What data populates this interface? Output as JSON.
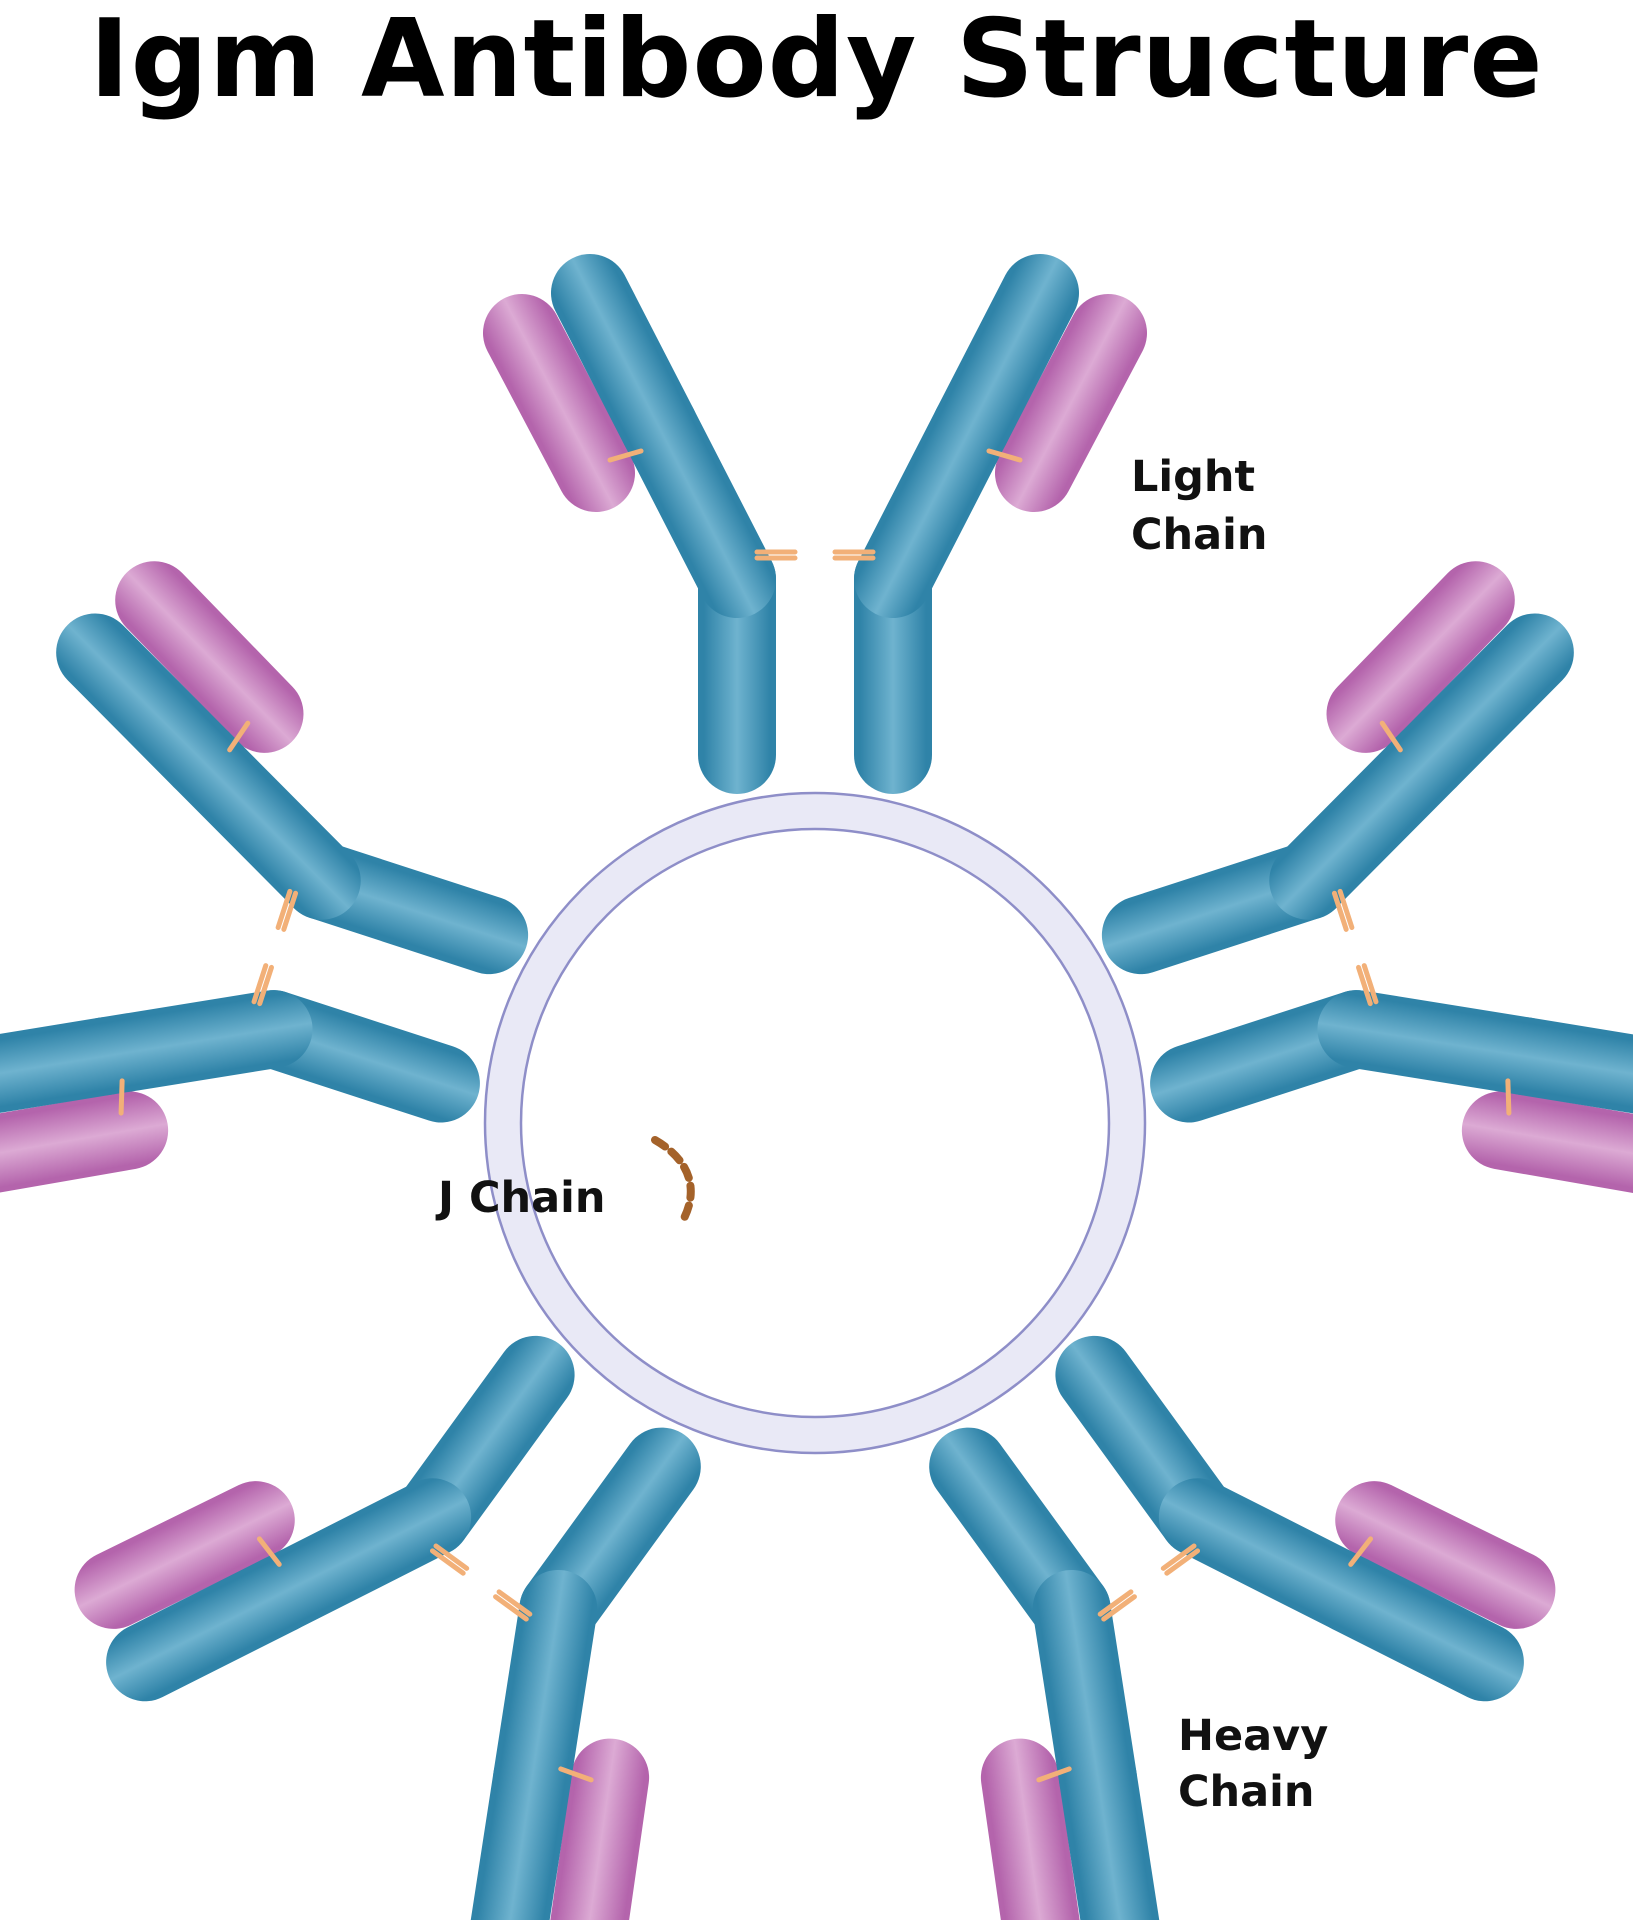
{
  "title": "Igm Antibody Structure",
  "labels": {
    "light_chain": [
      "Light",
      "Chain"
    ],
    "j_chain": "J Chain",
    "heavy_chain": [
      "Heavy",
      "Chain"
    ]
  },
  "colors": {
    "heavy_chain": "#3a8eb2",
    "heavy_chain_highlight": "#6fb3cf",
    "light_chain": "#b464ac",
    "light_chain_highlight": "#d9a8d2",
    "disulfide_bond": "#f2b078",
    "j_chain": "#a4622a",
    "core_ring": "#8e8ec8"
  }
}
